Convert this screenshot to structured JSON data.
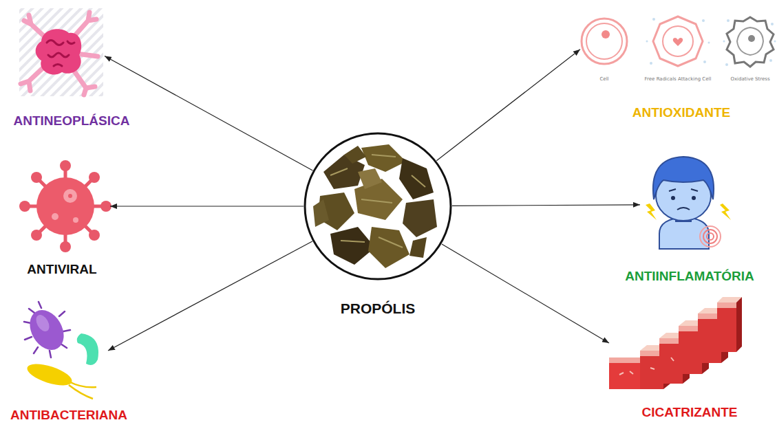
{
  "diagram": {
    "nodes": [
      {
        "text": [
          "PROPÓLIS"
        ]
      },
      {
        "text": [
          "ANTINEOPLÁSICA"
        ]
      },
      {
        "text": [
          "ANTIVIRAL"
        ]
      },
      {
        "text": [
          "ANTIBACTERIANA"
        ]
      },
      {
        "text": [
          "ANTIOXIDANTE"
        ]
      },
      {
        "text": [
          "ANTIINFLAMATÓRIA"
        ]
      },
      {
        "text": [
          "CICATRIZANTE"
        ]
      }
    ],
    "edges": [
      {
        "from": 0,
        "to": 1,
        "arrow": "to"
      },
      {
        "from": 0,
        "to": 2,
        "arrow": "to"
      },
      {
        "from": 0,
        "to": 3,
        "arrow": "to"
      },
      {
        "from": 0,
        "to": 4,
        "arrow": "to"
      },
      {
        "from": 0,
        "to": 5,
        "arrow": "to"
      },
      {
        "from": 0,
        "to": 6,
        "arrow": "to"
      }
    ],
    "labels": [
      "Cell",
      "Free Radicals Attacking Cell",
      "Oxidative Stress"
    ]
  }
}
